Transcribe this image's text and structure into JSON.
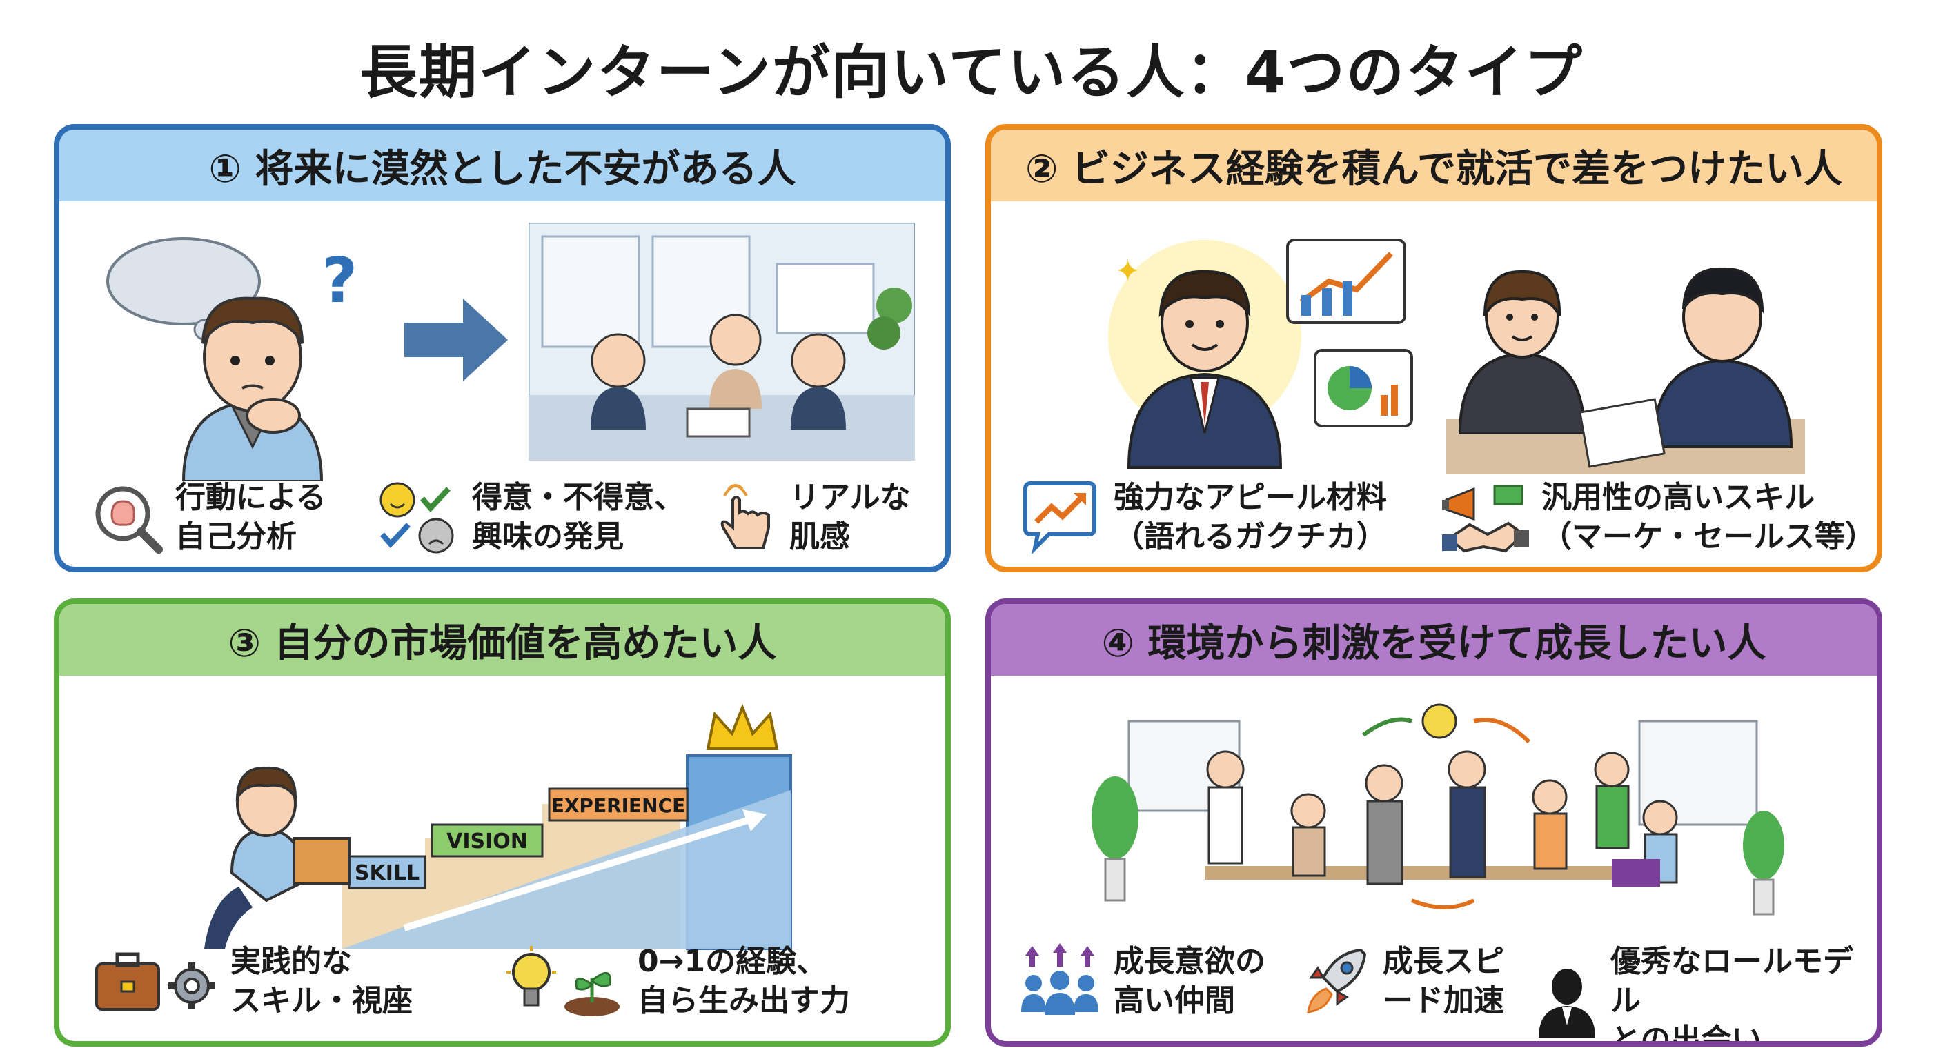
{
  "title": "長期インターンが向いている人：4つのタイプ",
  "panels": [
    {
      "heading": "① 将来に漠然とした不安がある人",
      "features": [
        {
          "icon": "brain-magnifier-icon",
          "text": "行動による\n自己分析"
        },
        {
          "icon": "smile-frown-check-icon",
          "text": "得意・不得意、\n興味の発見"
        },
        {
          "icon": "tap-hand-icon",
          "text": "リアルな\n肌感"
        }
      ]
    },
    {
      "heading": "② ビジネス経験を積んで就活で差をつけたい人",
      "features": [
        {
          "icon": "chart-bubble-icon",
          "text": "強力なアピール材料\n（語れるガクチカ）"
        },
        {
          "icon": "handshake-megaphone-icon",
          "text": "汎用性の高いスキル\n（マーケ・セールス等）"
        }
      ]
    },
    {
      "heading": "③ 自分の市場価値を高めたい人",
      "steps": [
        "SKILL",
        "VISION",
        "EXPERIENCE"
      ],
      "features": [
        {
          "icon": "briefcase-gear-icon",
          "text": "実践的な\nスキル・視座"
        },
        {
          "icon": "lightbulb-sprout-icon",
          "text": "0→1の経験、\n自ら生み出す力"
        }
      ]
    },
    {
      "heading": "④ 環境から刺激を受けて成長したい人",
      "features": [
        {
          "icon": "people-arrows-icon",
          "text": "成長意欲の\n高い仲間"
        },
        {
          "icon": "rocket-icon",
          "text": "成長スピ\nード加速"
        },
        {
          "icon": "person-silhouette-icon",
          "text": "優秀なロールモデル\nとの出会い"
        }
      ]
    }
  ],
  "colors": {
    "p1_border": "#2f6fb5",
    "p1_header": "#a9d3f2",
    "p2_border": "#ec8a1c",
    "p2_header": "#fcd39a",
    "p3_border": "#5aae3c",
    "p3_header": "#a6d68c",
    "p4_border": "#7b3f99",
    "p4_header": "#b07cc9"
  }
}
